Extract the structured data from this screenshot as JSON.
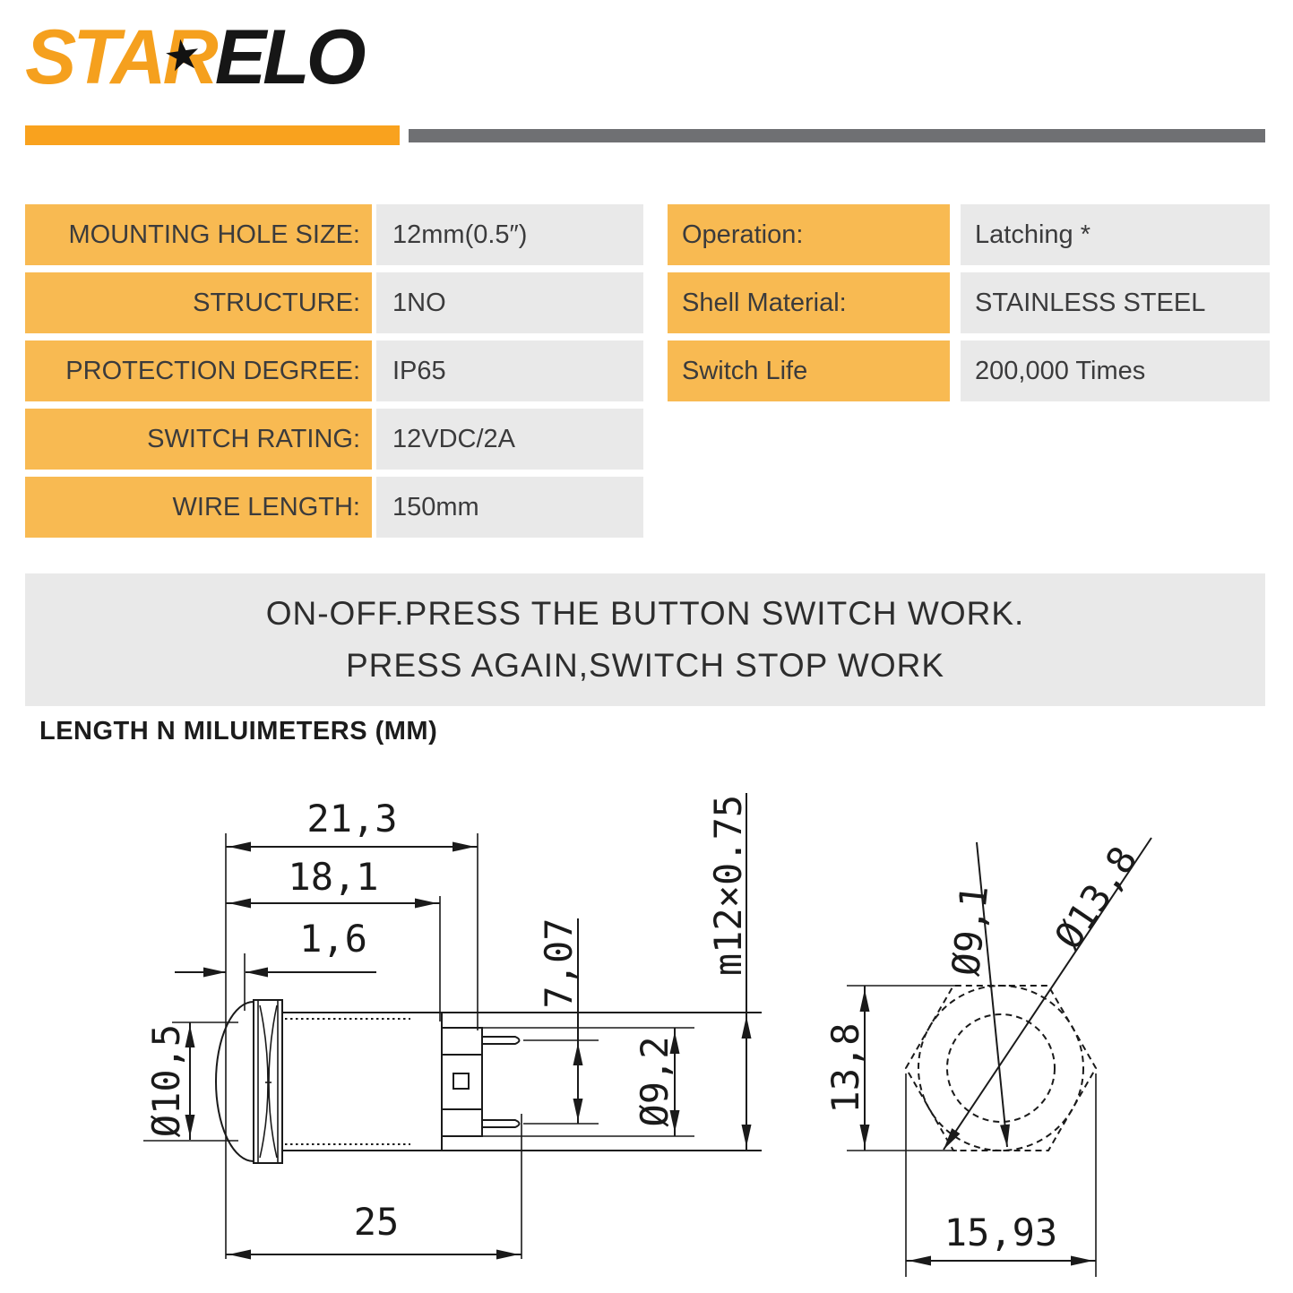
{
  "logo": {
    "orange": "STAR",
    "black": "ELO",
    "star": "★"
  },
  "colors": {
    "brand_orange": "#F9A21E",
    "table_orange": "#F8BA52",
    "cell_gray": "#E9E9E9",
    "bar_gray": "#6F7073",
    "line_color": "#1A1A1A"
  },
  "specs_left": [
    {
      "label": "MOUNTING HOLE SIZE:",
      "value": "12mm(0.5″)"
    },
    {
      "label": "STRUCTURE:",
      "value": "1NO"
    },
    {
      "label": "PROTECTION DEGREE:",
      "value": "IP65"
    },
    {
      "label": "SWITCH RATING:",
      "value": "12VDC/2A"
    },
    {
      "label": "WIRE LENGTH:",
      "value": "150mm"
    }
  ],
  "specs_right": [
    {
      "label": "Operation:",
      "value": "Latching *"
    },
    {
      "label": "Shell Material:",
      "value": "STAINLESS STEEL"
    },
    {
      "label": "Switch Life",
      "value": "200,000 Times"
    }
  ],
  "notice": {
    "line1": "ON-OFF.PRESS THE BUTTON SWITCH WORK.",
    "line2": "PRESS AGAIN,SWITCH STOP WORK"
  },
  "drawing": {
    "title": "LENGTH N MILUIMETERS (MM)",
    "labels": {
      "width_total": "21,3",
      "width_body": "18,1",
      "lip": "1,6",
      "length_total": "25",
      "cap_dia": "Ø10,5",
      "pin_pitch": "7,07",
      "body_dia": "Ø9,2",
      "thread_spec": "m12×0.75",
      "hex_flats": "13,8",
      "hex_corners": "15,93",
      "inner_dia": "Ø9,1",
      "outer_dia": "Ø13,8"
    }
  }
}
